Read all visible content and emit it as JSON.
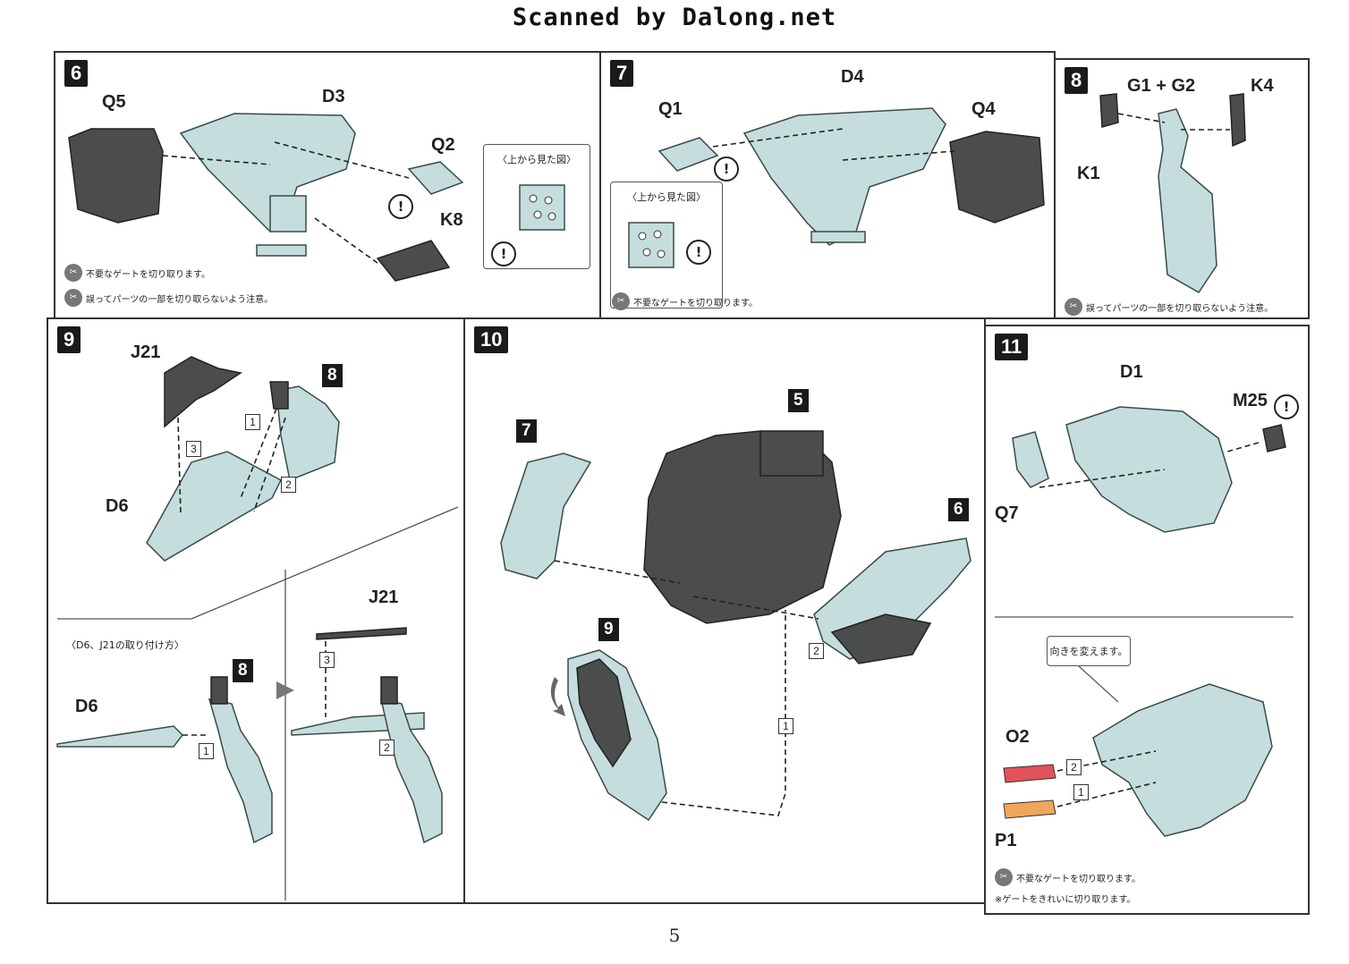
{
  "header": {
    "title": "Scanned by Dalong.net"
  },
  "page_number": "5",
  "step6": {
    "number": "6",
    "labels": {
      "q5": "Q5",
      "d3": "D3",
      "q2": "Q2",
      "k8": "K8"
    },
    "callout_title": "〈上から見た図〉",
    "note_cut": "不要なゲートを切り取ります。",
    "note_careful": "誤ってパーツの一部を切り取らないよう注意。"
  },
  "step7": {
    "number": "7",
    "labels": {
      "q1": "Q1",
      "d4": "D4",
      "q4": "Q4"
    },
    "callout_title": "〈上から見た図〉",
    "note_cut": "不要なゲートを切り取ります。"
  },
  "step8": {
    "number": "8",
    "labels": {
      "g12": "G1 + G2",
      "k4": "K4",
      "k1": "K1"
    },
    "note_careful": "誤ってパーツの一部を切り取らないよう注意。"
  },
  "step9": {
    "number": "9",
    "labels": {
      "j21": "J21",
      "part8": "8",
      "d6": "D6",
      "j21b": "J21",
      "part8b": "8",
      "d6b": "D6"
    },
    "subs": [
      "1",
      "2",
      "3",
      "1",
      "2",
      "3"
    ],
    "subtitle": "〈D6、J21の取り付け方〉"
  },
  "step10": {
    "number": "10",
    "parts": {
      "p5": "5",
      "p7": "7",
      "p6": "6",
      "p9": "9"
    },
    "subs": [
      "1",
      "2"
    ]
  },
  "step11": {
    "number": "11",
    "labels": {
      "d1": "D1",
      "m25": "M25",
      "q7": "Q7",
      "o2": "O2",
      "p1": "P1"
    },
    "callout": "向きを変えます。",
    "subs": [
      "1",
      "2"
    ],
    "note_cut": "不要なゲートを切り取ります。",
    "note_clean": "※ゲートをきれいに切り取ります。"
  },
  "colors": {
    "part_fill": "#c5dedd",
    "dark_part": "#4a4d4c",
    "panel_border": "#333333",
    "o_part": "#e2525a",
    "p_part": "#f2a55c"
  },
  "icons": [
    "nipper-icon",
    "caution-icon",
    "warning-icon",
    "rotate-arrow-icon",
    "dashed-arrow-icon"
  ]
}
